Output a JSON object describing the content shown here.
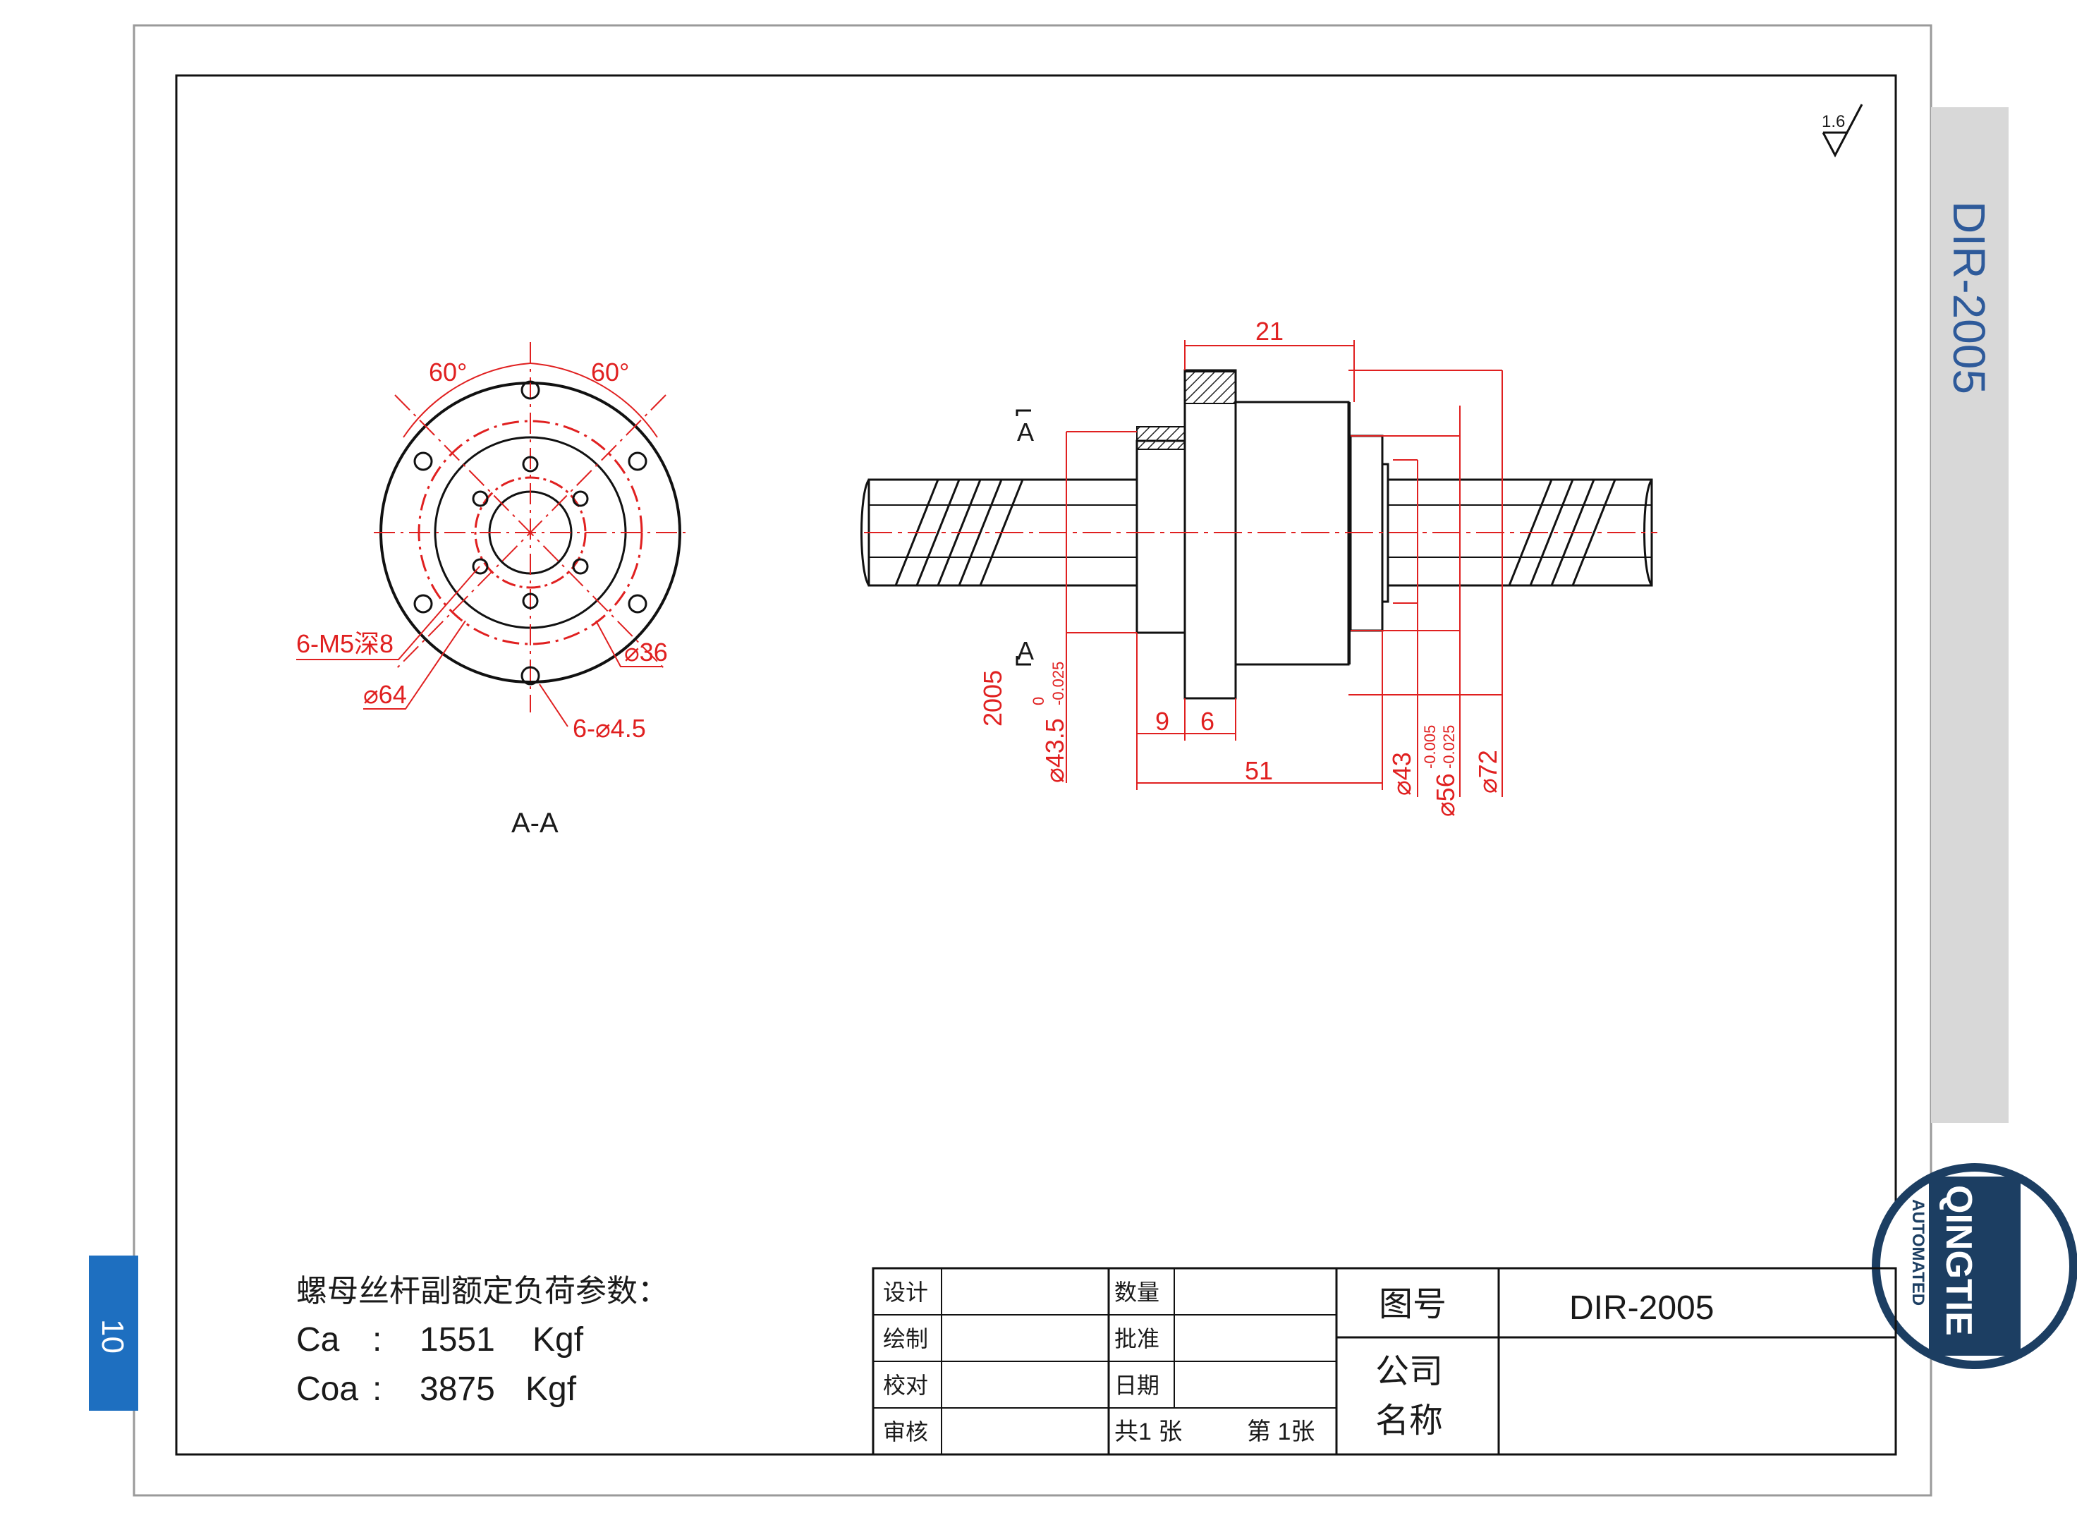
{
  "sheet": {
    "side_tab_title": "DIR-2005",
    "page_number": "10",
    "roughness": "1.6"
  },
  "logo": {
    "brand": "QINGTIE",
    "sub": "AUTOMATED"
  },
  "section_view": {
    "label": "A-A",
    "angle_left": "60°",
    "angle_right": "60°",
    "note_tapped": "6-M5深8",
    "dia_outer": "⌀64",
    "dia_pcd": "⌀36",
    "note_holes": "6-⌀4.5"
  },
  "side_view": {
    "section_mark_top": "A",
    "section_mark_bottom": "A",
    "model_vertical": "2005",
    "dim_flange_width": "21",
    "dia_nut": "⌀43.5",
    "dia_nut_tol_up": "0",
    "dia_nut_tol_low": "-0.025",
    "dim_9": "9",
    "dim_6": "6",
    "dim_51": "51",
    "dia_43": "⌀43",
    "dia_56": "⌀56",
    "dia_56_tol_up": "-0.005",
    "dia_56_tol_low": "-0.025",
    "dia_72": "⌀72"
  },
  "load_params": {
    "heading": "螺母丝杆副额定负荷参数：",
    "rows": [
      {
        "name": "Ca",
        "sep": ":",
        "value": "1551",
        "unit": "Kgf"
      },
      {
        "name": "Coa",
        "sep": ":",
        "value": "3875",
        "unit": "Kgf"
      }
    ]
  },
  "title_block": {
    "design": "设计",
    "draw": "绘制",
    "check": "校对",
    "review": "审核",
    "quantity": "数量",
    "approve": "批准",
    "date": "日期",
    "sheets_total": "共1 张",
    "sheet_no": "第 1张",
    "drawing_no_label": "图号",
    "drawing_no": "DIR-2005",
    "company_label_1": "公司",
    "company_label_2": "名称"
  }
}
